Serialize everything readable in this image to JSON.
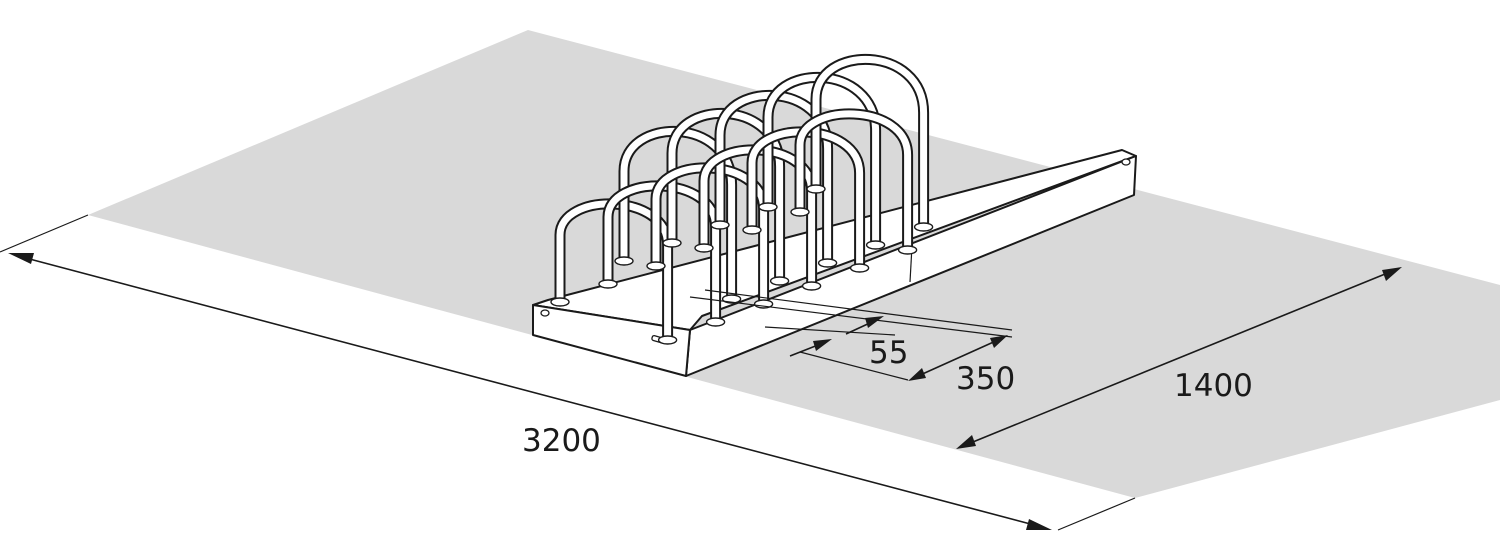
{
  "diagram": {
    "dimensions": {
      "length": "3200",
      "depth": "1400",
      "spacing": "350",
      "tube": "55"
    },
    "colors": {
      "floor": "#d9d9d9",
      "line": "#1a1a1a"
    }
  }
}
